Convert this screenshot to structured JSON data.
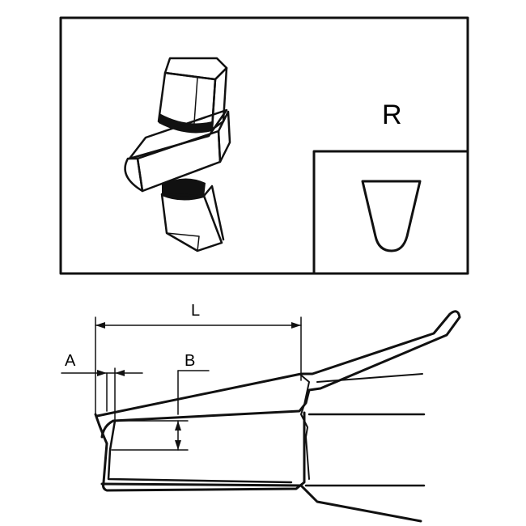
{
  "top_panel": {
    "profile_label": "R"
  },
  "dimension_labels": {
    "length": "L",
    "tip_thickness": "A",
    "jaw_height": "B"
  }
}
